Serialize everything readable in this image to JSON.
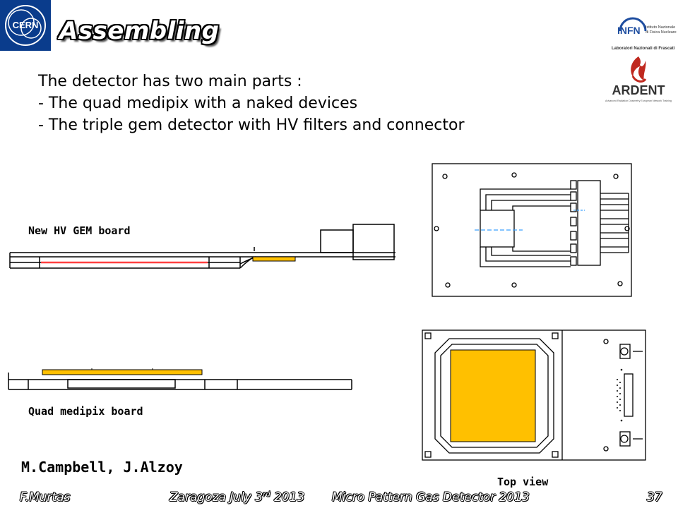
{
  "header": {
    "title": "Assembling"
  },
  "intro": {
    "line1": "The detector has two main parts :",
    "line2": "- The quad medipix with a naked devices",
    "line3": "- The triple gem detector with HV filters and connector"
  },
  "logos": {
    "cern": "CERN",
    "infn": "INFN",
    "infn_sub1": "Istituto Nazionale",
    "infn_sub2": "di Fisica Nucleare",
    "infn_sub3": "Laboratori Nazionali di Frascati",
    "ardent": "ARDENT",
    "ardent_sub": "Advanced Radiation Dosimetry European Network Training"
  },
  "labels": {
    "hv_board": "New HV GEM board",
    "quad_board": "Quad medipix board",
    "top_view": "Top view"
  },
  "authors": "M.Campbell, J.Alzoy",
  "footer": {
    "author": "F.Murtas",
    "venue_pre": "Zaragoza July 3",
    "venue_sup": "rd",
    "venue_post": " 2013",
    "conference": "Micro Pattern Gas Detector 2013",
    "page": "37"
  },
  "colors": {
    "cern_blue": "#0a3c8c",
    "ardent_red": "#c0281e",
    "gold": "#ffc000",
    "red_line": "#ff4040"
  }
}
